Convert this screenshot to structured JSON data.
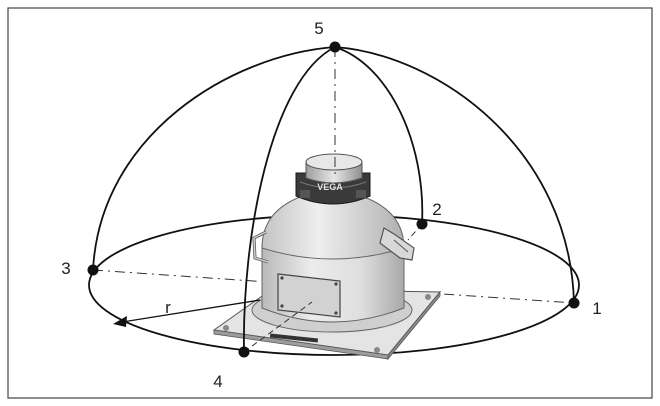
{
  "figure": {
    "point_labels": {
      "p1": "1",
      "p2": "2",
      "p3": "3",
      "p4": "4",
      "p5": "5"
    },
    "radius_label": "r",
    "brand_text": "VEGA"
  },
  "colors": {
    "line": "#111111",
    "device_body": "#dcdcdc",
    "device_shadow": "#9a9a9a",
    "dark_part": "#2b2b2b"
  }
}
